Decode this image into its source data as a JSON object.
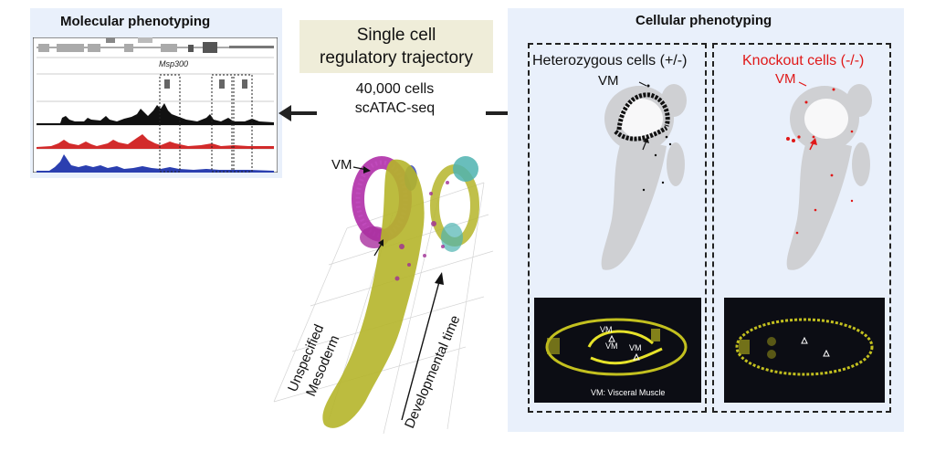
{
  "molecular": {
    "title": "Molecular phenotyping",
    "gene_label": "Msp300",
    "track_colors": [
      "#000000",
      "#d22b2b",
      "#2b3fb0"
    ]
  },
  "center": {
    "title_line1": "Single cell",
    "title_line2": "regulatory trajectory",
    "cells_line1": "40,000 cells",
    "cells_line2": "scATAC-seq",
    "vm_label": "VM",
    "axis_unspecified": "Unspecified",
    "axis_mesoderm": "Mesoderm",
    "axis_time": "Developmental time"
  },
  "cellular": {
    "title": "Cellular phenotyping",
    "het_label": "Heterozygous cells (+/-)",
    "ko_label": "Knockout cells (-/-)",
    "vm_label": "VM",
    "vm_label_ko": "VM",
    "micro_vm1": "VM",
    "micro_vm2": "VM",
    "micro_vm3": "VM",
    "micro_caption": "VM: Visceral Muscle"
  },
  "colors": {
    "panel_bg": "#e9f0fb",
    "ko_red": "#e01818",
    "magenta": "#b02fa8",
    "olive": "#b5b52a",
    "teal": "#4fb3b0"
  }
}
